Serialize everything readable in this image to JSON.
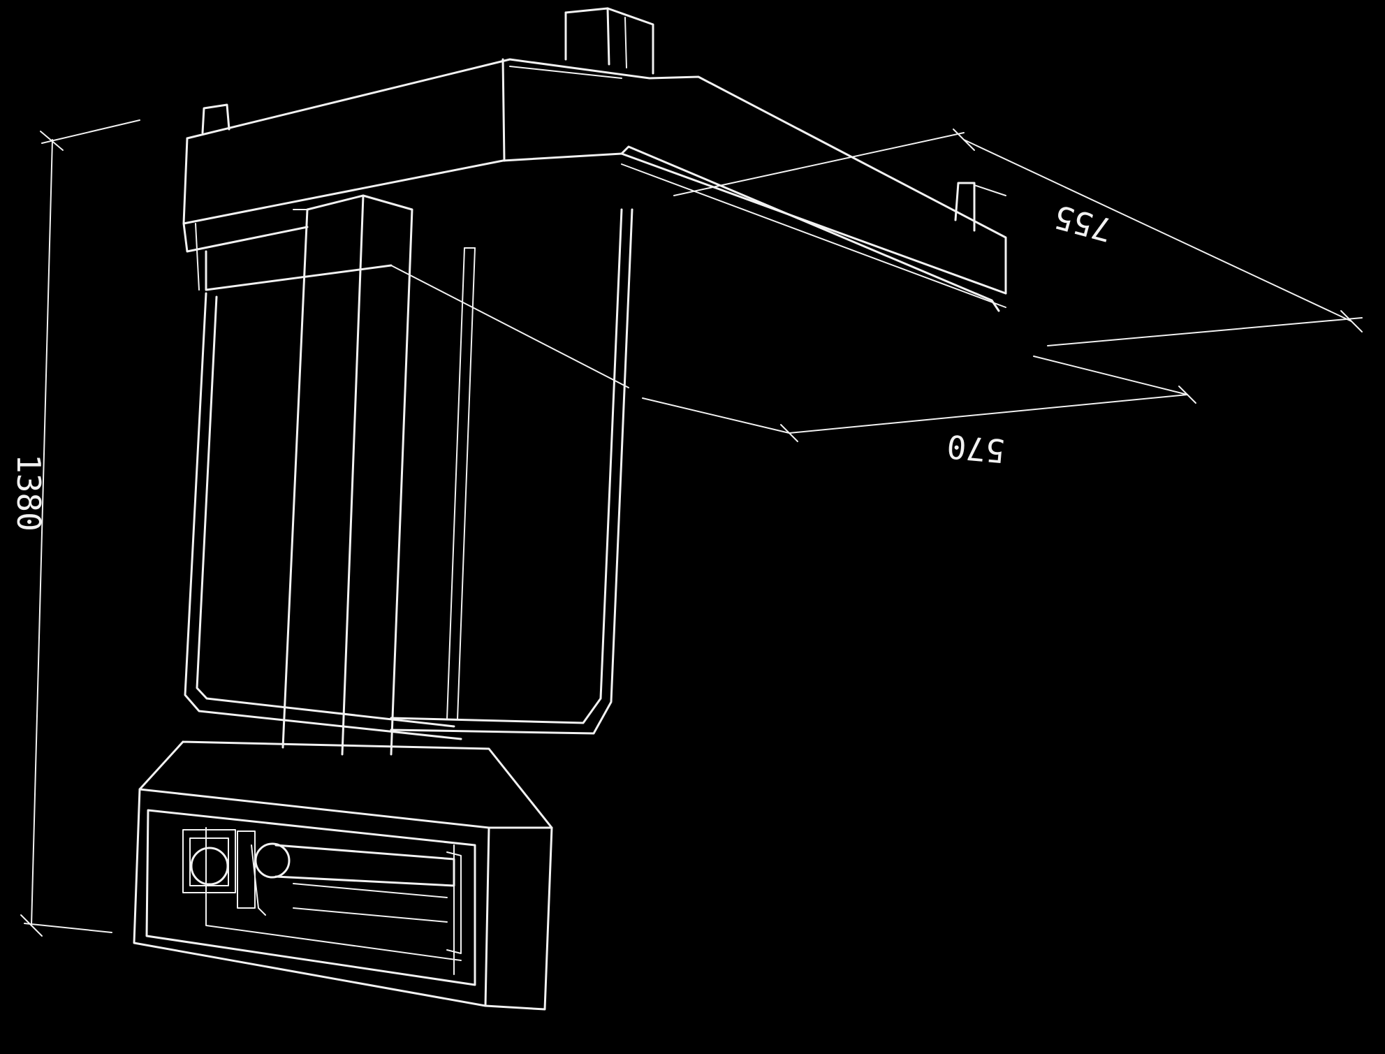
{
  "drawing": {
    "line_color": "#f2f2f2",
    "background_color": "#000000",
    "dimensions": {
      "height": "1380",
      "depth": "755",
      "width": "570"
    }
  }
}
